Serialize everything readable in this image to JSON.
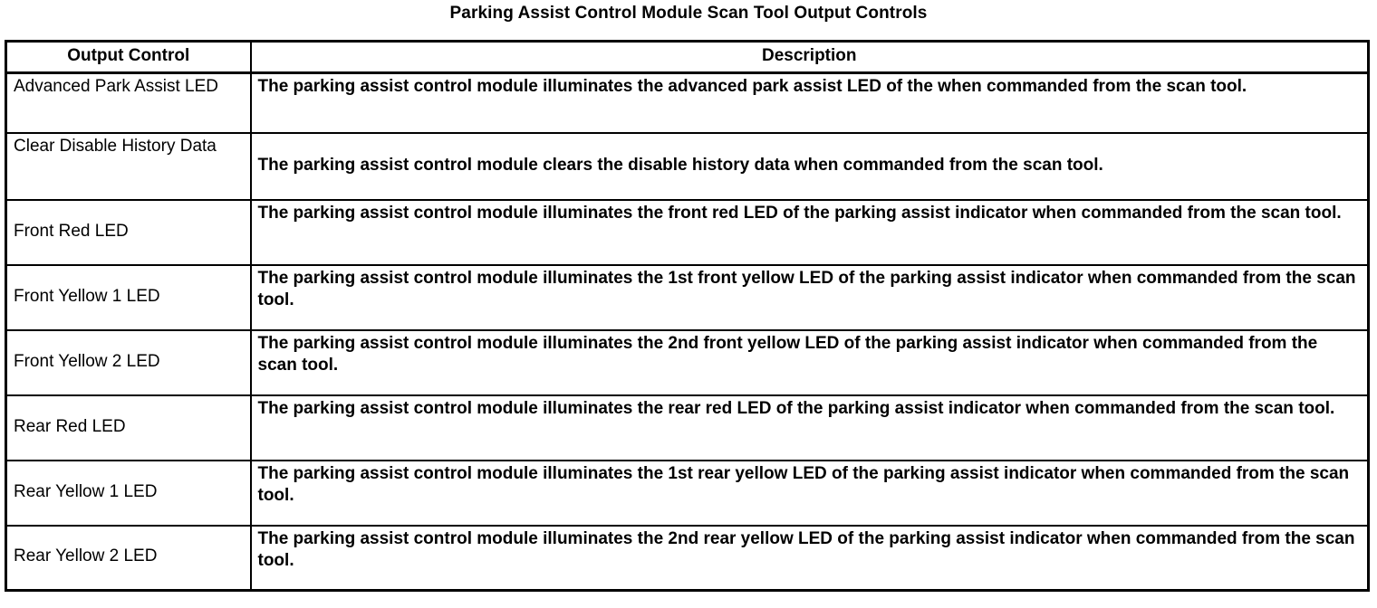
{
  "document": {
    "title": "Parking Assist Control Module Scan Tool Output Controls"
  },
  "table": {
    "headers": {
      "control": "Output Control",
      "description": "Description"
    },
    "rows": [
      {
        "control": "Advanced Park Assist LED",
        "description": "The parking assist control module illuminates the advanced park assist LED of the when commanded from the scan tool."
      },
      {
        "control": "Clear Disable History Data",
        "description": "The parking assist control module clears the disable history data when commanded from the scan tool."
      },
      {
        "control": "Front Red LED",
        "description": "The parking assist control module illuminates the front red LED of the parking assist indicator when commanded from the scan tool."
      },
      {
        "control": "Front Yellow 1 LED",
        "description": "The parking assist control module illuminates the 1st front yellow LED of the parking assist indicator when commanded from the scan tool."
      },
      {
        "control": "Front Yellow 2 LED",
        "description": "The parking assist control module illuminates the 2nd front yellow LED of the parking assist indicator when commanded from the scan tool."
      },
      {
        "control": "Rear Red LED",
        "description": "The parking assist control module illuminates the rear red LED of the parking assist indicator when commanded from the scan tool."
      },
      {
        "control": "Rear Yellow 1 LED",
        "description": "The parking assist control module illuminates the 1st rear yellow LED of the parking assist indicator when commanded from the scan tool."
      },
      {
        "control": "Rear Yellow 2 LED",
        "description": "The parking assist control module illuminates the 2nd rear yellow LED of the parking assist indicator when commanded from the scan tool."
      }
    ]
  },
  "colors": {
    "background": "#ffffff",
    "text": "#000000",
    "border": "#000000"
  }
}
